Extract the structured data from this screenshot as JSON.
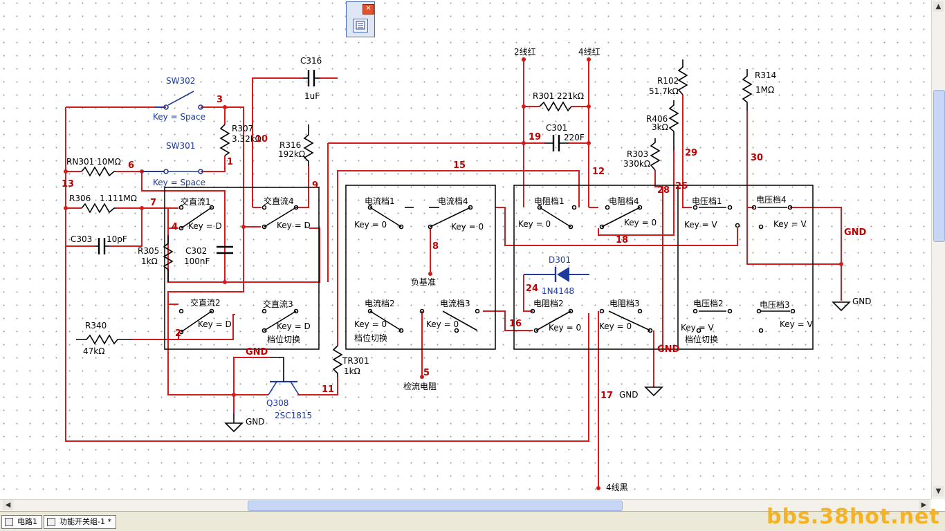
{
  "toolbox": {
    "close_glyph": "✕",
    "icon": "component-list-icon"
  },
  "schematic": {
    "components": {
      "sw302": "SW302",
      "sw302_key": "Key = Space",
      "sw301": "SW301",
      "sw301_key": "Key = Space",
      "c316": "C316",
      "c316_val": "1uF",
      "r307": "R307",
      "r307_val": "3.32kΩ",
      "r316": "R316",
      "r316_val": "192kΩ",
      "rn301": "RN301 10MΩ",
      "r306": "R306",
      "r306_val": "1.111MΩ",
      "c303": "C303",
      "c303_val": "10pF",
      "r305": "R305",
      "r305_val": "1kΩ",
      "c302": "C302",
      "c302_val": "100nF",
      "r340": "R340",
      "r340_val": "47kΩ",
      "q308": "Q308",
      "q308_val": "2SC1815",
      "tr301": "TR301",
      "tr301_val": "1kΩ",
      "r301": "R301 221kΩ",
      "c301": "C301",
      "c301_val": "220F",
      "r102": "R102",
      "r102_val": "51.7kΩ",
      "r406": "R406",
      "r406_val": "3kΩ",
      "r303": "R303",
      "r303_val": "330kΩ",
      "r314": "R314",
      "r314_val": "1MΩ",
      "d301": "D301",
      "d301_val": "1N4148"
    },
    "switches": {
      "ac1": "交直流1",
      "ac2": "交直流2",
      "ac3": "交直流3",
      "ac4": "交直流4",
      "cur1": "电流档1",
      "cur2": "电流档2",
      "cur3": "电流档3",
      "cur4": "电流档4",
      "res1": "电阻档1",
      "res2": "电阻档2",
      "res3": "电阻档3",
      "res4": "电阻档4",
      "vol1": "电压档1",
      "vol2": "电压档2",
      "vol3": "电压档3",
      "vol4": "电压档4",
      "key_d": "Key = D",
      "key_0": "Key = 0",
      "key_v": "Key = V",
      "group_label": "档位切换"
    },
    "terminals": {
      "wire2_red": "2线红",
      "wire4_red": "4线红",
      "wire4_black": "4线黑",
      "neg_ref": "负基准",
      "sense_res": "检流电阻",
      "gnd": "GND"
    },
    "nets": [
      "1",
      "2",
      "3",
      "4",
      "5",
      "6",
      "7",
      "8",
      "9",
      "10",
      "11",
      "12",
      "13",
      "15",
      "16",
      "17",
      "18",
      "19",
      "24",
      "26",
      "28",
      "29",
      "30"
    ]
  },
  "tabs": [
    {
      "label": "电路1"
    },
    {
      "label": "功能开关组-1 *"
    }
  ],
  "watermark": "bbs.38hot.net",
  "colors": {
    "wire": "#d41a1a",
    "switch_wire": "#1f3a9a",
    "watermark": "#f5b223"
  }
}
